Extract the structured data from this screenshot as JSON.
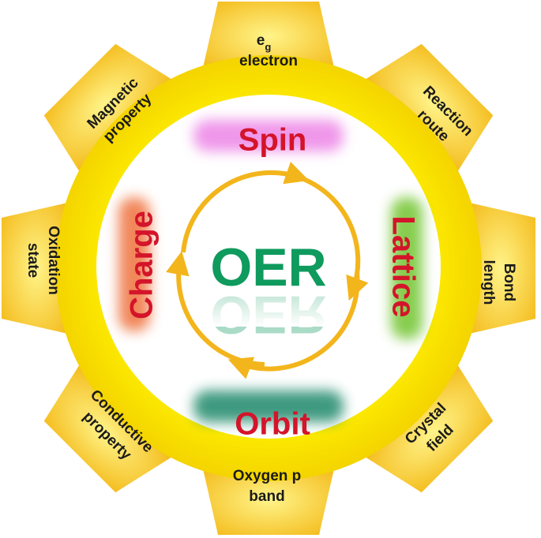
{
  "center": {
    "label": "OER",
    "color": "#0f9a5e"
  },
  "inner_labels": [
    {
      "key": "spin",
      "text": "Spin",
      "color": "#d4142a",
      "glow": "#ee8ce8"
    },
    {
      "key": "lattice",
      "text": "Lattice",
      "color": "#d4142a",
      "glow": "#79c83a"
    },
    {
      "key": "orbit",
      "text": "Orbit",
      "color": "#d4142a",
      "glow": "#2a8f72"
    },
    {
      "key": "charge",
      "text": "Charge",
      "color": "#d4142a",
      "glow": "#f07a4a"
    }
  ],
  "teeth": [
    {
      "key": "eg",
      "lines": [
        "e",
        "electron"
      ],
      "subscript": "g"
    },
    {
      "key": "reaction",
      "lines": [
        "Reaction",
        "route"
      ]
    },
    {
      "key": "bond",
      "lines": [
        "Bond",
        "length"
      ]
    },
    {
      "key": "crystal",
      "lines": [
        "Crystal",
        "field"
      ]
    },
    {
      "key": "oxygen",
      "lines": [
        "Oxygen p",
        "band"
      ]
    },
    {
      "key": "conductive",
      "lines": [
        "Conductive",
        "property"
      ]
    },
    {
      "key": "oxidation",
      "lines": [
        "Oxidation",
        "state"
      ]
    },
    {
      "key": "magnetic",
      "lines": [
        "Magnetic",
        "property"
      ]
    }
  ],
  "colors": {
    "gear": "#f7e600",
    "tooth": "#f6c21a",
    "cycle": "#f3b51c"
  }
}
